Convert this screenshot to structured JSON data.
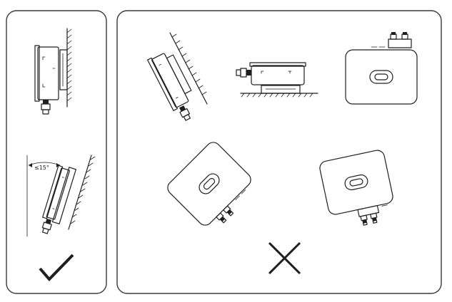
{
  "figure": {
    "angle_label": "≤15°"
  },
  "panels": {
    "correct": {
      "items": [
        {
          "icon": "inverter-vertical-wall-mount"
        },
        {
          "icon": "inverter-tilted-back-wall-mount"
        }
      ],
      "verdict_icon": "check-mark-icon"
    },
    "incorrect": {
      "items": [
        {
          "icon": "inverter-tilted-forward-wall-mount"
        },
        {
          "icon": "inverter-horizontal-on-ground"
        },
        {
          "icon": "inverter-upside-down"
        },
        {
          "icon": "inverter-rotated-left"
        },
        {
          "icon": "inverter-rotated-right"
        }
      ],
      "verdict_icon": "cross-mark-icon"
    }
  }
}
